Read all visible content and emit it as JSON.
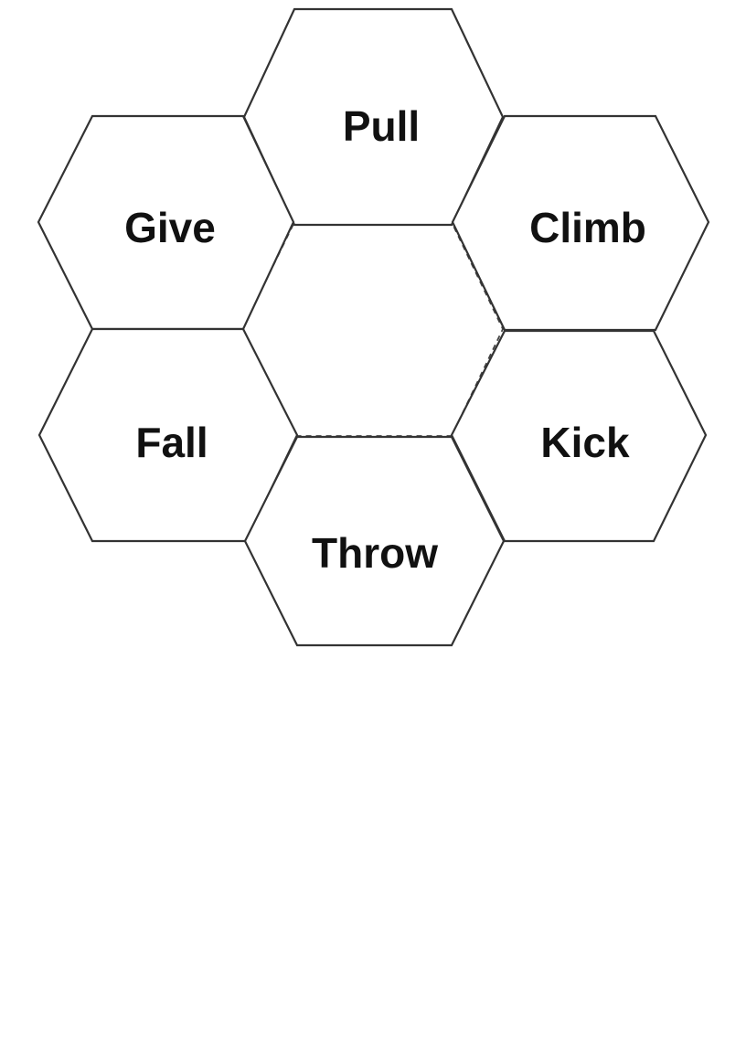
{
  "diagram": {
    "type": "hexagon-cluster",
    "center": {
      "label": ""
    },
    "cells": [
      {
        "id": "top",
        "label": "Pull"
      },
      {
        "id": "upper-left",
        "label": "Give"
      },
      {
        "id": "upper-right",
        "label": "Climb"
      },
      {
        "id": "lower-left",
        "label": "Fall"
      },
      {
        "id": "lower-right",
        "label": "Kick"
      },
      {
        "id": "bottom",
        "label": "Throw"
      }
    ]
  }
}
